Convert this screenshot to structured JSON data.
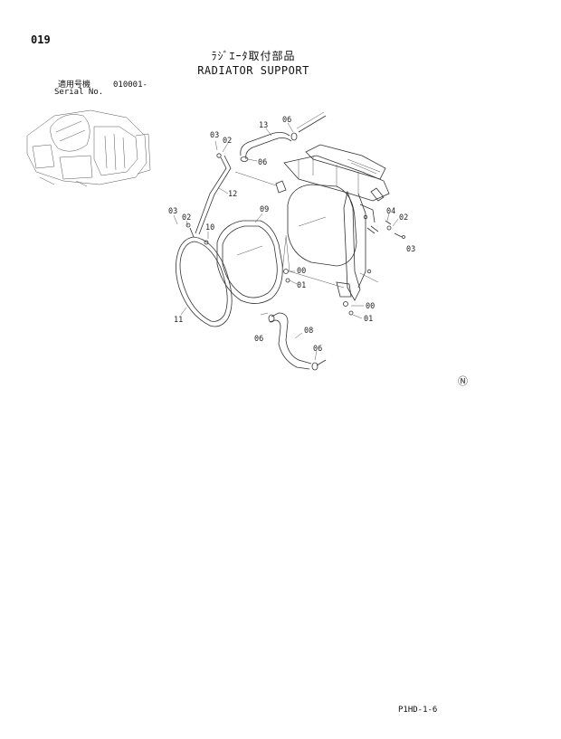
{
  "header": {
    "page_number": "019",
    "title_jp": "ﾗｼﾞｴｰﾀ取付部品",
    "title_en": "RADIATOR SUPPORT",
    "serial_label_jp": "適用号機",
    "serial_value": "010001-",
    "serial_label_en": "Serial No."
  },
  "footer": {
    "code": "P1HD-1-6"
  },
  "parts": {
    "p13": "13",
    "p06a": "06",
    "p03a": "03",
    "p02a": "02",
    "p06b": "06",
    "p12": "12",
    "p03b": "03",
    "p02b": "02",
    "p10": "10",
    "p09": "09",
    "p04": "04",
    "p02c": "02",
    "p03c": "03",
    "p00a": "00",
    "p01a": "01",
    "p11": "11",
    "p00b": "00",
    "p01b": "01",
    "p08": "08",
    "p06c": "06",
    "p06d": "06"
  },
  "badge": "Ⓝ"
}
